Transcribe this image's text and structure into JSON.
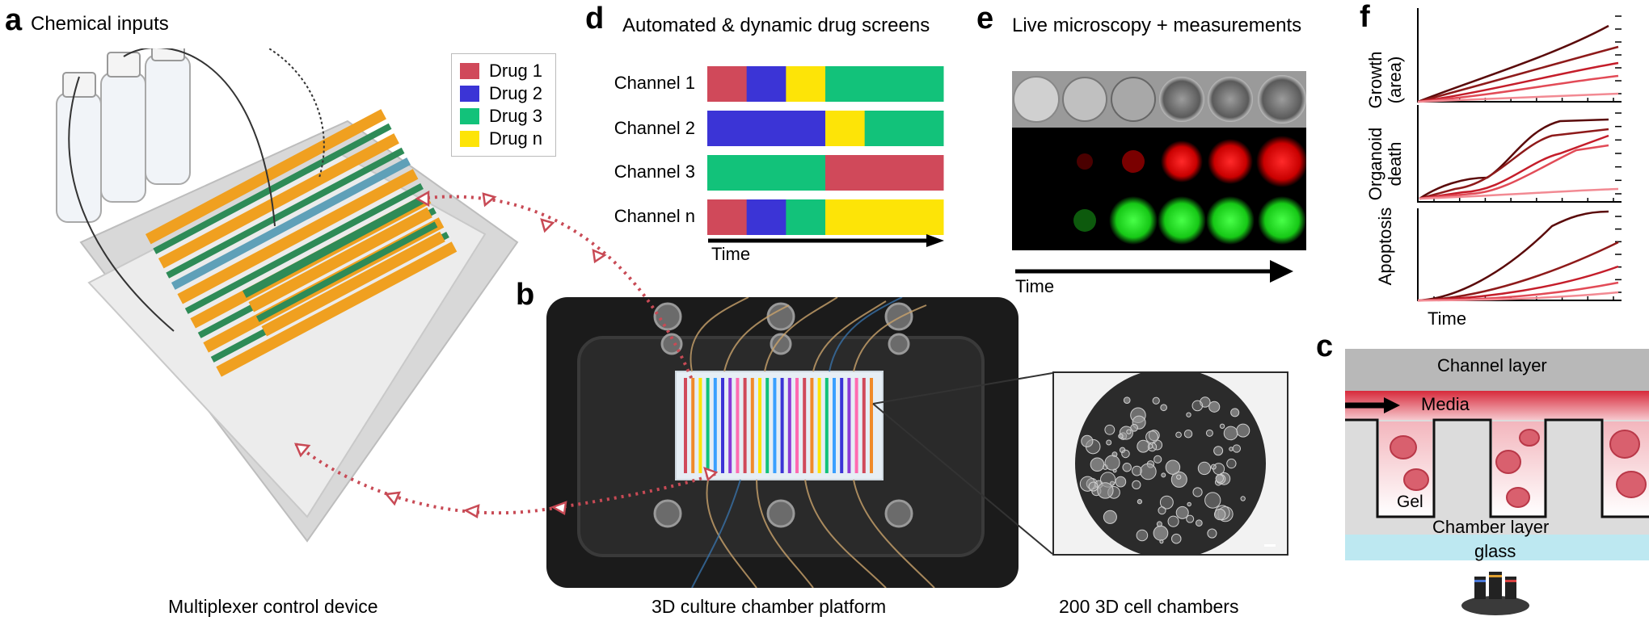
{
  "panels": {
    "a": {
      "letter": "a",
      "title": "Chemical inputs",
      "caption": "Multiplexer control device"
    },
    "b": {
      "letter": "b",
      "caption": "3D culture chamber platform"
    },
    "b_zoom": {
      "caption": "200 3D cell chambers"
    },
    "c": {
      "letter": "c",
      "layers": {
        "channel": "Channel layer",
        "media": "Media",
        "gel": "Gel",
        "chamber": "Chamber layer",
        "glass": "glass"
      }
    },
    "d": {
      "letter": "d",
      "title": "Automated & dynamic drug screens",
      "axis_label": "Time"
    },
    "e": {
      "letter": "e",
      "title": "Live microscopy + measurements",
      "axis_label": "Time"
    },
    "f": {
      "letter": "f",
      "x_label": "Time",
      "rows": [
        {
          "label_line1": "Growth",
          "label_line2": "(area)"
        },
        {
          "label_line1": "Organoid",
          "label_line2": "death"
        },
        {
          "label_line1": "Apoptosis",
          "label_line2": ""
        }
      ]
    }
  },
  "legend": [
    {
      "label": "Drug 1",
      "color": "#d0495a"
    },
    {
      "label": "Drug 2",
      "color": "#3b34d6"
    },
    {
      "label": "Drug 3",
      "color": "#12c27a"
    },
    {
      "label": "Drug n",
      "color": "#fde407"
    }
  ],
  "schedule": {
    "channels": [
      {
        "label": "Channel 1",
        "segments": [
          {
            "drug": 0,
            "span": 1
          },
          {
            "drug": 1,
            "span": 1
          },
          {
            "drug": 3,
            "span": 1
          },
          {
            "drug": 2,
            "span": 3
          }
        ]
      },
      {
        "label": "Channel 2",
        "segments": [
          {
            "drug": 1,
            "span": 3
          },
          {
            "drug": 3,
            "span": 1
          },
          {
            "drug": 2,
            "span": 2
          }
        ]
      },
      {
        "label": "Channel 3",
        "segments": [
          {
            "drug": 2,
            "span": 3
          },
          {
            "drug": 0,
            "span": 3
          }
        ]
      },
      {
        "label": "Channel n",
        "segments": [
          {
            "drug": 0,
            "span": 1
          },
          {
            "drug": 1,
            "span": 1
          },
          {
            "drug": 2,
            "span": 1
          },
          {
            "drug": 3,
            "span": 3
          }
        ]
      }
    ]
  },
  "colors": {
    "arrow_dotted": "#c84a55",
    "curve_dark": "#5a0a0a",
    "curve_light": "#f4a3a3"
  }
}
